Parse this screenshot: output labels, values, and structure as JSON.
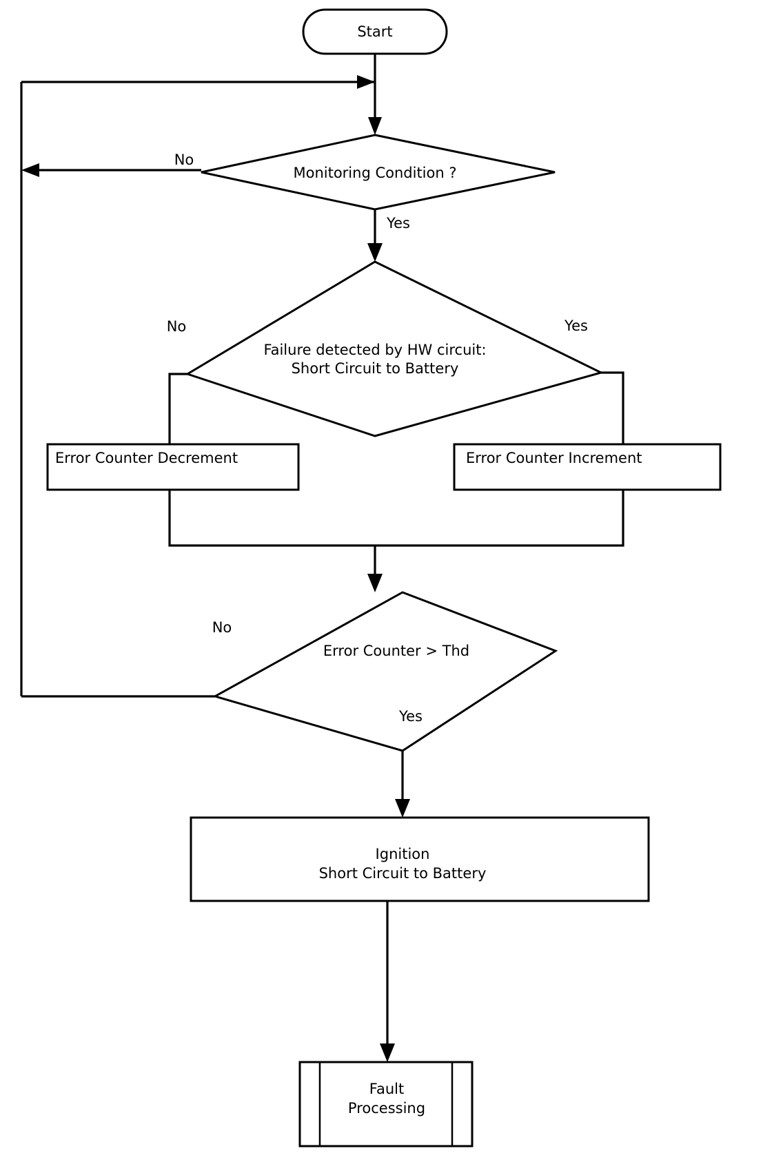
{
  "diagram": {
    "title": "Short Circuit to Battery monitoring flowchart",
    "background_color": "#ffffff",
    "line_color": "#000000",
    "nodes": {
      "start": {
        "label": "Start",
        "shape": "terminator"
      },
      "monitoring_condition": {
        "label": "Monitoring Condition ?",
        "shape": "decision"
      },
      "failure_detected": {
        "label_line1": "Failure detected by HW circuit:",
        "label_line2": "Short Circuit to Battery",
        "shape": "decision"
      },
      "error_counter_decrement": {
        "label": "Error Counter Decrement",
        "shape": "process"
      },
      "error_counter_increment": {
        "label": "Error Counter Increment",
        "shape": "process"
      },
      "error_counter_threshold": {
        "label": "Error Counter >  Thd",
        "shape": "decision"
      },
      "ignition": {
        "label_line1": "Ignition",
        "label_line2": "Short Circuit to Battery",
        "shape": "process"
      },
      "fault_processing": {
        "label_line1": "Fault",
        "label_line2": "Processing",
        "shape": "predefined-process"
      }
    },
    "edge_labels": {
      "monitoring_no": "No",
      "monitoring_yes": "Yes",
      "failure_no": "No",
      "failure_yes": "Yes",
      "threshold_no": "No",
      "threshold_yes": "Yes"
    }
  }
}
